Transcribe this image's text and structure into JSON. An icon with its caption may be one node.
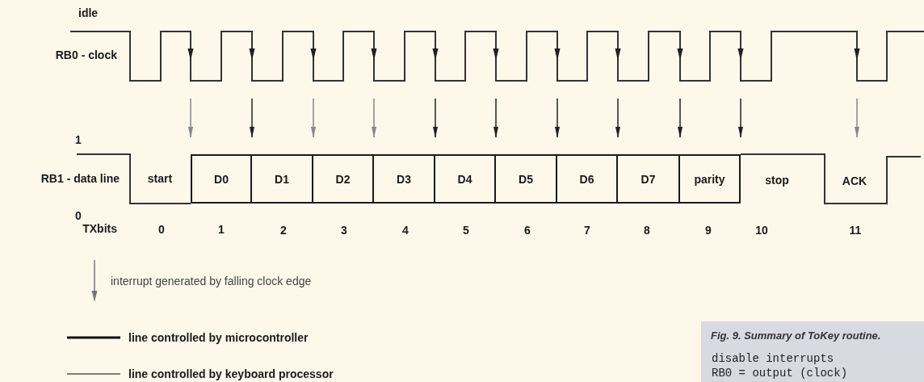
{
  "diagram": {
    "nodes": [
      {
        "text": [
          "D0"
        ]
      },
      {
        "text": [
          "D1"
        ]
      },
      {
        "text": [
          "D2"
        ]
      },
      {
        "text": [
          "D3"
        ]
      },
      {
        "text": [
          "D4"
        ]
      },
      {
        "text": [
          "D5"
        ]
      },
      {
        "text": [
          "D6"
        ]
      },
      {
        "text": [
          "D7"
        ]
      },
      {
        "text": [
          "parity"
        ]
      },
      {
        "text": [
          "Fig. 9. Summary of ToKey routine.",
          "disable interrupts",
          "RB0 = output (clock)"
        ]
      }
    ],
    "labels": [
      "idle",
      "RB0 - clock",
      "1",
      "RB1 - data line",
      "0",
      "start",
      "stop",
      "ACK",
      "TXbits",
      "0",
      "1",
      "2",
      "3",
      "4",
      "5",
      "6",
      "7",
      "8",
      "9",
      "10",
      "11"
    ],
    "legend": [
      {
        "text": "interrupt generated by falling clock edge"
      },
      {
        "text": "line controlled by microcontroller"
      },
      {
        "text": "line controlled by keyboard processor"
      }
    ]
  }
}
